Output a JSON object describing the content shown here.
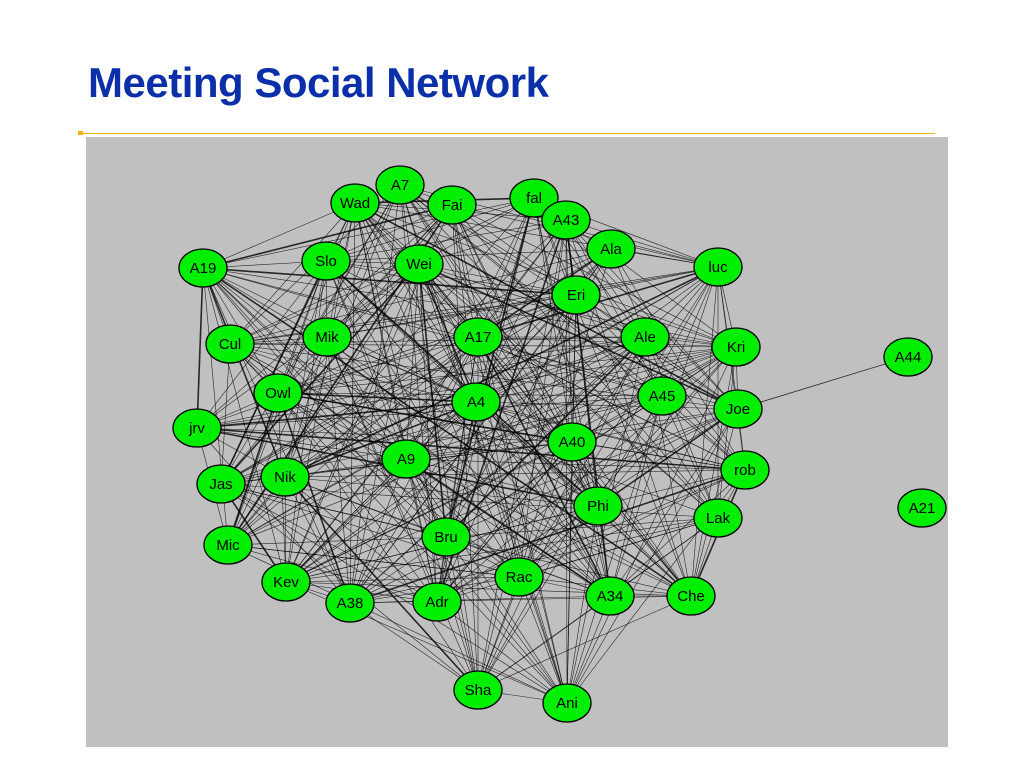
{
  "slide": {
    "title": "Meeting Social Network"
  },
  "colors": {
    "title": "#0b2fa8",
    "rule": "#f0b400",
    "panel_background": "#c0c0c0",
    "node_fill": "#00ee00",
    "node_stroke": "#000000",
    "edge": "#000000"
  },
  "network": {
    "nodes": [
      {
        "id": "A7",
        "label": "A7"
      },
      {
        "id": "Wad",
        "label": "Wad"
      },
      {
        "id": "Fai",
        "label": "Fai"
      },
      {
        "id": "fal",
        "label": "fal"
      },
      {
        "id": "A43",
        "label": "A43"
      },
      {
        "id": "Ala",
        "label": "Ala"
      },
      {
        "id": "luc",
        "label": "luc"
      },
      {
        "id": "A19",
        "label": "A19"
      },
      {
        "id": "Slo",
        "label": "Slo"
      },
      {
        "id": "Wei",
        "label": "Wei"
      },
      {
        "id": "Eri",
        "label": "Eri"
      },
      {
        "id": "Cul",
        "label": "Cul"
      },
      {
        "id": "Mik",
        "label": "Mik"
      },
      {
        "id": "A17",
        "label": "A17"
      },
      {
        "id": "Ale",
        "label": "Ale"
      },
      {
        "id": "Kri",
        "label": "Kri"
      },
      {
        "id": "A44",
        "label": "A44"
      },
      {
        "id": "Owl",
        "label": "Owl"
      },
      {
        "id": "A4",
        "label": "A4"
      },
      {
        "id": "A45",
        "label": "A45"
      },
      {
        "id": "Joe",
        "label": "Joe"
      },
      {
        "id": "jrv",
        "label": "jrv"
      },
      {
        "id": "A40",
        "label": "A40"
      },
      {
        "id": "A9",
        "label": "A9"
      },
      {
        "id": "rob",
        "label": "rob"
      },
      {
        "id": "Jas",
        "label": "Jas"
      },
      {
        "id": "Nik",
        "label": "Nik"
      },
      {
        "id": "Phi",
        "label": "Phi"
      },
      {
        "id": "A21",
        "label": "A21"
      },
      {
        "id": "Lak",
        "label": "Lak"
      },
      {
        "id": "Bru",
        "label": "Bru"
      },
      {
        "id": "Mic",
        "label": "Mic"
      },
      {
        "id": "Rac",
        "label": "Rac"
      },
      {
        "id": "Kev",
        "label": "Kev"
      },
      {
        "id": "A34",
        "label": "A34"
      },
      {
        "id": "Che",
        "label": "Che"
      },
      {
        "id": "A38",
        "label": "A38"
      },
      {
        "id": "Adr",
        "label": "Adr"
      },
      {
        "id": "Sha",
        "label": "Sha"
      },
      {
        "id": "Ani",
        "label": "Ani"
      }
    ],
    "isolated_nodes": [
      "A21"
    ],
    "pendant_edges": [
      [
        "A44",
        "Joe"
      ]
    ]
  }
}
